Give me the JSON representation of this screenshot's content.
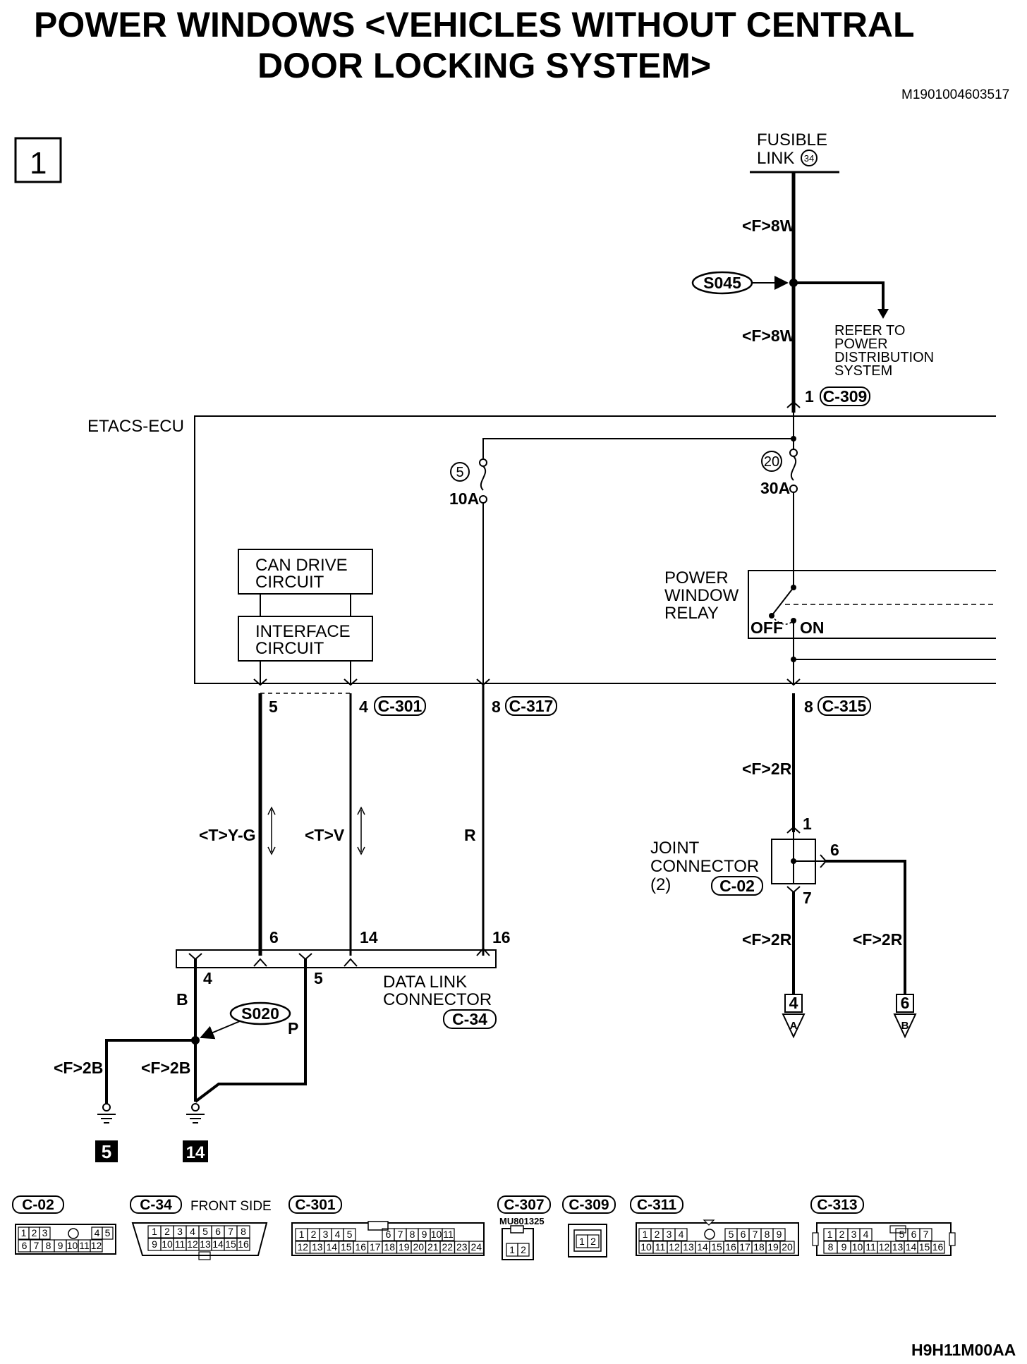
{
  "title_line1": "POWER WINDOWS <VEHICLES WITHOUT CENTRAL",
  "title_line2": "DOOR LOCKING SYSTEM>",
  "doc_code": "M1901004603517",
  "page_number": "1",
  "fusible_link": {
    "line1": "FUSIBLE",
    "line2": "LINK",
    "number": "34"
  },
  "wires": {
    "f8w_top": "<F>8W",
    "f8w_mid": "<F>8W",
    "f2r_main": "<F>2R",
    "f2r_left": "<F>2R",
    "f2r_right": "<F>2R",
    "t_yg": "<T>Y-G",
    "t_v": "<T>V",
    "r": "R",
    "b": "B",
    "p": "P",
    "f2b_left": "<F>2B",
    "f2b_mid": "<F>2B"
  },
  "splices": {
    "s045": "S045",
    "s020": "S020"
  },
  "refer_note": [
    "REFER TO",
    "POWER",
    "DISTRIBUTION",
    "SYSTEM"
  ],
  "etacs_label": "ETACS-ECU",
  "fuses": {
    "fuse5": {
      "number": "5",
      "rating": "10A"
    },
    "fuse20": {
      "number": "20",
      "rating": "30A"
    }
  },
  "blocks": {
    "can_drive": [
      "CAN DRIVE",
      "CIRCUIT"
    ],
    "interface": [
      "INTERFACE",
      "CIRCUIT"
    ],
    "relay": [
      "POWER",
      "WINDOW",
      "RELAY"
    ],
    "relay_off": "OFF",
    "relay_on": "ON"
  },
  "pins": {
    "c309_pin": "1",
    "c301_pin5": "5",
    "c301_pin4": "4",
    "c317_pin": "8",
    "c315_pin": "8",
    "jc_pin1": "1",
    "jc_pin6": "6",
    "jc_pin7": "7",
    "dlc_pin6": "6",
    "dlc_pin14": "14",
    "dlc_pin16": "16",
    "dlc_pin4": "4",
    "dlc_pin5": "5"
  },
  "connectors": {
    "c309": "C-309",
    "c301": "C-301",
    "c317": "C-317",
    "c315": "C-315",
    "c02": "C-02",
    "c34": "C-34"
  },
  "joint_connector": [
    "JOINT",
    "CONNECTOR",
    "(2)"
  ],
  "data_link_connector": [
    "DATA LINK",
    "CONNECTOR"
  ],
  "offpage": {
    "a_num": "4",
    "a_letter": "A",
    "b_num": "6",
    "b_letter": "B"
  },
  "grounds": {
    "g5": "5",
    "g14": "14"
  },
  "connector_views": {
    "c02": {
      "label": "C-02",
      "row1": [
        "1",
        "2",
        "3",
        "4",
        "5"
      ],
      "row2": [
        "6",
        "7",
        "8",
        "9",
        "10",
        "11",
        "12"
      ]
    },
    "c34": {
      "label": "C-34",
      "note": "FRONT SIDE",
      "row1": [
        "1",
        "2",
        "3",
        "4",
        "5",
        "6",
        "7",
        "8"
      ],
      "row2": [
        "9",
        "10",
        "11",
        "12",
        "13",
        "14",
        "15",
        "16"
      ]
    },
    "c301": {
      "label": "C-301",
      "row1": [
        "1",
        "2",
        "3",
        "4",
        "5",
        "6",
        "7",
        "8",
        "9",
        "10",
        "11"
      ],
      "row2": [
        "12",
        "13",
        "14",
        "15",
        "16",
        "17",
        "18",
        "19",
        "20",
        "21",
        "22",
        "23",
        "24"
      ]
    },
    "c307": {
      "label": "C-307",
      "part": "MU801325",
      "pins": [
        "1",
        "2"
      ]
    },
    "c309": {
      "label": "C-309",
      "pins": [
        "1",
        "2"
      ]
    },
    "c311": {
      "label": "C-311",
      "row1": [
        "1",
        "2",
        "3",
        "4",
        "5",
        "6",
        "7",
        "8",
        "9"
      ],
      "row2": [
        "10",
        "11",
        "12",
        "13",
        "14",
        "15",
        "16",
        "17",
        "18",
        "19",
        "20"
      ]
    },
    "c313": {
      "label": "C-313",
      "row1": [
        "1",
        "2",
        "3",
        "4",
        "5",
        "6",
        "7"
      ],
      "row2": [
        "8",
        "9",
        "10",
        "11",
        "12",
        "13",
        "14",
        "15",
        "16"
      ]
    }
  },
  "figure_code": "H9H11M00AA"
}
